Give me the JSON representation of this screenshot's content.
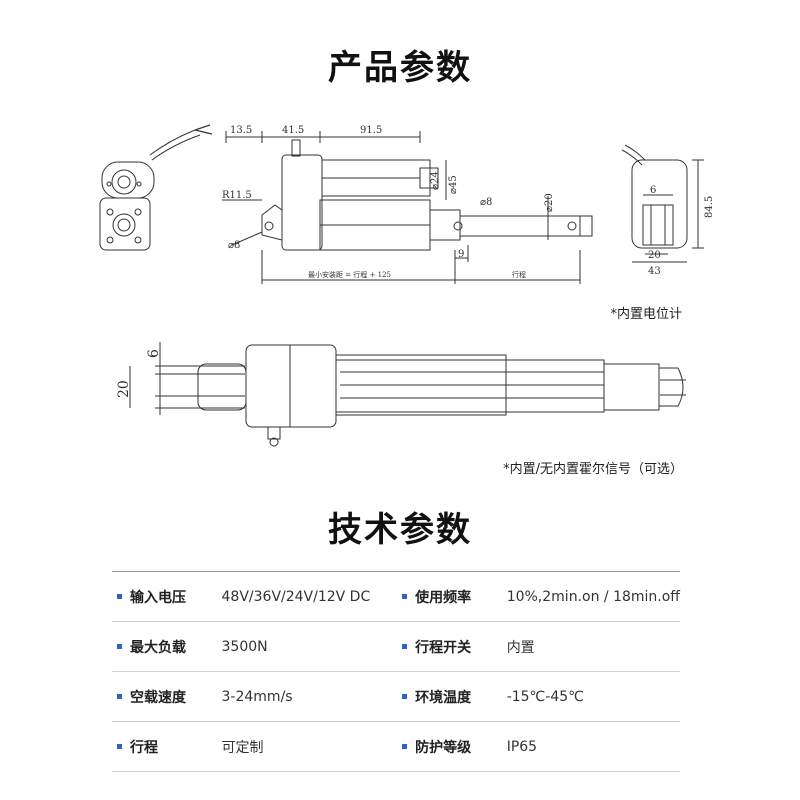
{
  "titles": {
    "product_params": "产品参数",
    "tech_params": "技术参数"
  },
  "drawing_top": {
    "dims": {
      "d13_5": "13.5",
      "d41_5": "41.5",
      "d91_5": "91.5",
      "r11_5": "R11.5",
      "phi8_left": "⌀8",
      "phi24": "⌀24",
      "phi45": "⌀45",
      "phi8_rod": "⌀8",
      "phi20": "⌀20",
      "d9": "9",
      "min_install": "最小安装距 = 行程 + 125",
      "stroke": "行程",
      "d6": "6",
      "d20_end": "20",
      "d43": "43",
      "d84_5": "84.5"
    },
    "note": "*内置电位计"
  },
  "drawing_bottom": {
    "dims": {
      "d6": "6",
      "d20": "20"
    },
    "note": "*内置/无内置霍尔信号（可选）"
  },
  "specs": [
    {
      "l_key": "输入电压",
      "l_val": "48V/36V/24V/12V DC",
      "r_key": "使用频率",
      "r_val": "10%,2min.on / 18min.off"
    },
    {
      "l_key": "最大负载",
      "l_val": "3500N",
      "r_key": "行程开关",
      "r_val": "内置"
    },
    {
      "l_key": "空载速度",
      "l_val": "3-24mm/s",
      "r_key": "环境温度",
      "r_val": "-15℃-45℃"
    },
    {
      "l_key": "行程",
      "l_val": "可定制",
      "r_key": "防护等级",
      "r_val": "IP65"
    }
  ],
  "colors": {
    "accent": "#2d63c8",
    "line": "#333333"
  }
}
